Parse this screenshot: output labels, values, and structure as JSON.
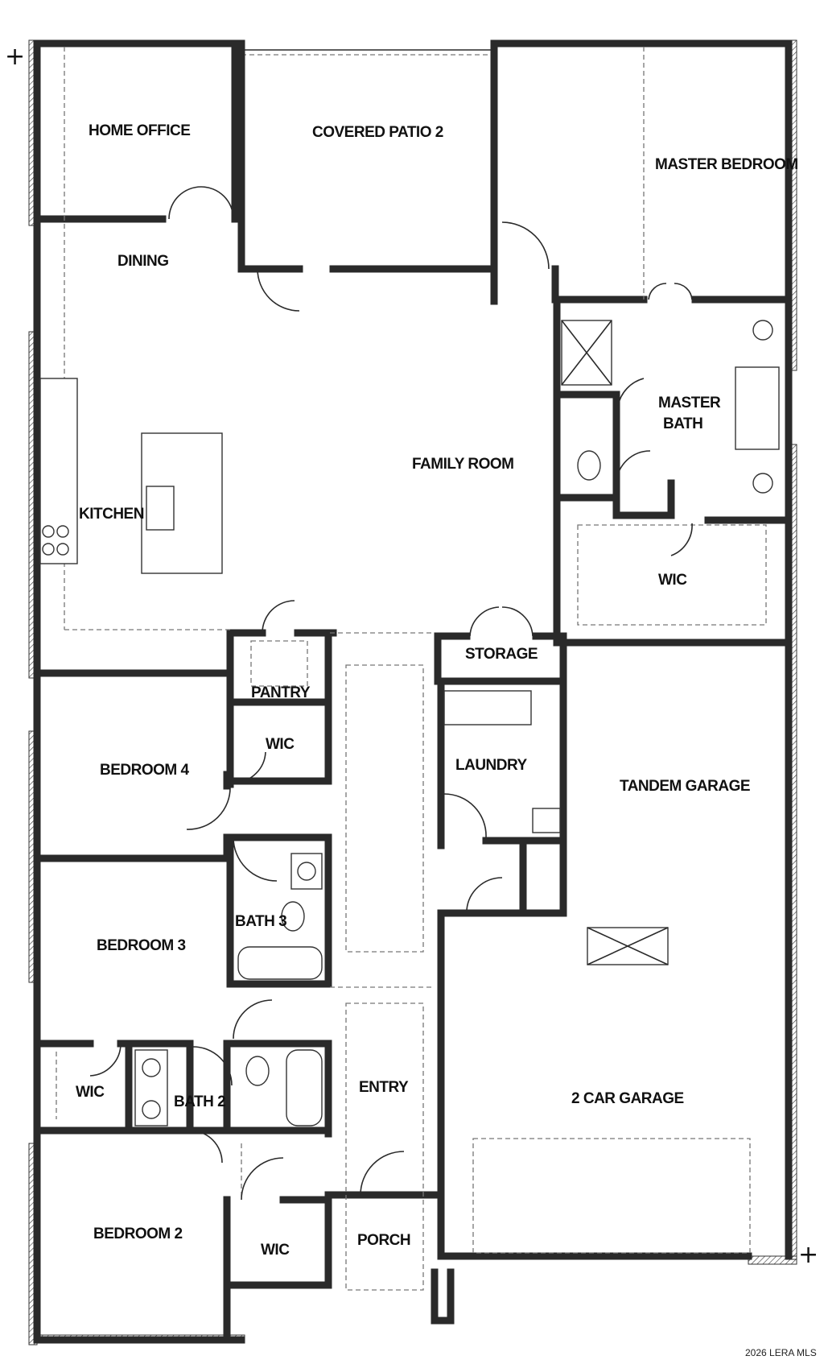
{
  "rooms": {
    "home_office": "HOME OFFICE",
    "covered_patio": "COVERED PATIO 2",
    "master_bedroom": "MASTER BEDROOM",
    "dining": "DINING",
    "master_bath_line1": "MASTER",
    "master_bath_line2": "BATH",
    "family_room": "FAMILY ROOM",
    "kitchen": "KITCHEN",
    "wic_master": "WIC",
    "storage": "STORAGE",
    "pantry": "PANTRY",
    "wic_bed4": "WIC",
    "bedroom4": "BEDROOM 4",
    "laundry": "LAUNDRY",
    "tandem_garage": "TANDEM GARAGE",
    "bath3": "BATH 3",
    "bedroom3": "BEDROOM 3",
    "wic_bed3": "WIC",
    "bath2": "BATH 2",
    "entry": "ENTRY",
    "two_car_garage": "2 CAR GARAGE",
    "bedroom2": "BEDROOM 2",
    "wic_bed2": "WIC",
    "porch": "PORCH"
  },
  "markers": {
    "corner_mark": "+"
  },
  "watermark": "2026 LERA MLS"
}
